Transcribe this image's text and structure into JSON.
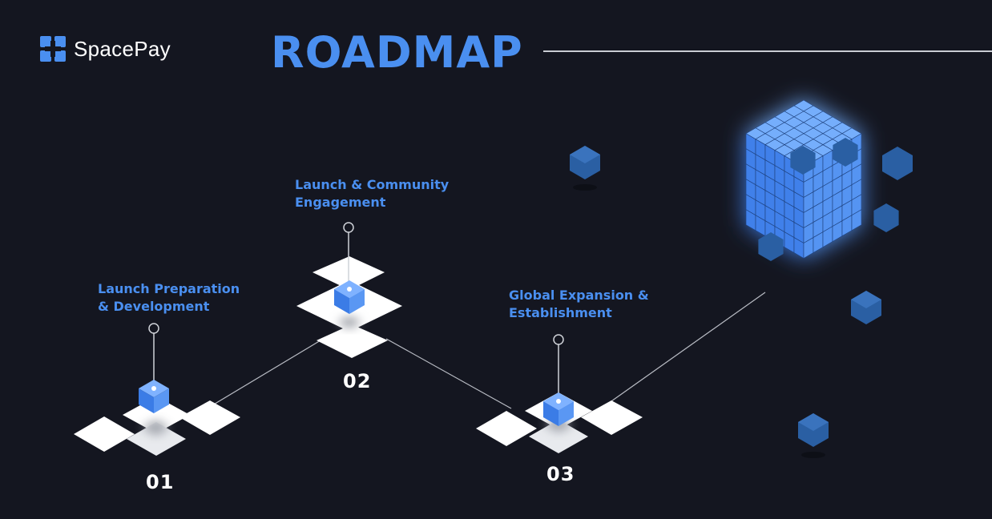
{
  "brand": {
    "name": "SpacePay",
    "mark_color": "#4a8ff0"
  },
  "heading": {
    "title": "ROADMAP",
    "color": "#4a8ff0"
  },
  "phases": [
    {
      "number": "01",
      "label_line1": "Launch Preparation",
      "label_line2": "& Development"
    },
    {
      "number": "02",
      "label_line1": "Launch & Community",
      "label_line2": "Engagement"
    },
    {
      "number": "03",
      "label_line1": "Global Expansion &",
      "label_line2": "Establishment"
    }
  ],
  "colors": {
    "background": "#141620",
    "accent": "#4a8ff0",
    "platform": "#ffffff",
    "connector": "#c9ccd3"
  },
  "icons": [
    "logo-mark-icon",
    "cube-icon",
    "pin-marker-icon",
    "voxel-cube-icon"
  ]
}
